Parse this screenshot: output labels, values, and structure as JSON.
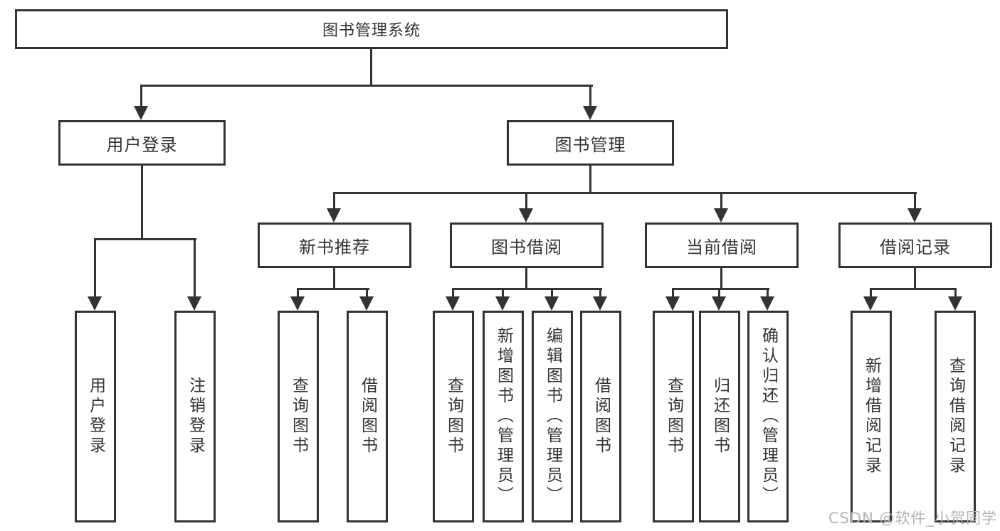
{
  "diagram": {
    "root": {
      "label": "图书管理系统"
    },
    "level2": [
      {
        "label": "用户登录"
      },
      {
        "label": "图书管理"
      }
    ],
    "level3": [
      {
        "label": "新书推荐"
      },
      {
        "label": "图书借阅"
      },
      {
        "label": "当前借阅"
      },
      {
        "label": "借阅记录"
      }
    ],
    "leaves": [
      {
        "label": "用户登录"
      },
      {
        "label": "注销登录"
      },
      {
        "label": "查询图书"
      },
      {
        "label": "借阅图书"
      },
      {
        "label": "查询图书"
      },
      {
        "label": "新增图书（管理员）"
      },
      {
        "label": "编辑图书（管理员）"
      },
      {
        "label": "借阅图书"
      },
      {
        "label": "查询图书"
      },
      {
        "label": "归还图书"
      },
      {
        "label": "确认归还（管理员）"
      },
      {
        "label": "新增借阅记录"
      },
      {
        "label": "查询借阅记录"
      }
    ]
  },
  "watermark": {
    "text": "CSDN @软件_小贺同学"
  },
  "colors": {
    "line": "#333333",
    "text": "#333333",
    "watermark": "#b5b5b5",
    "background": "#ffffff"
  }
}
